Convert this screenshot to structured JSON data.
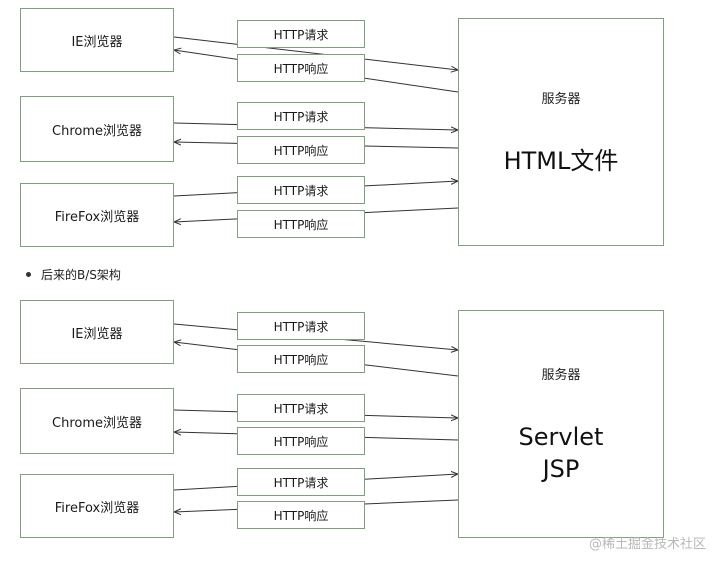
{
  "top_diagram": {
    "browsers": [
      "IE浏览器",
      "Chrome浏览器",
      "FireFox浏览器"
    ],
    "request_label": "HTTP请求",
    "response_label": "HTTP响应",
    "server": {
      "label": "服务器",
      "content": [
        "HTML文件"
      ]
    }
  },
  "bullet": {
    "text": "后来的B/S架构"
  },
  "bottom_diagram": {
    "browsers": [
      "IE浏览器",
      "Chrome浏览器",
      "FireFox浏览器"
    ],
    "request_label": "HTTP请求",
    "response_label": "HTTP响应",
    "server": {
      "label": "服务器",
      "content": [
        "Servlet",
        "JSP"
      ]
    }
  },
  "watermark": {
    "text": "@稀土掘金技术社区"
  },
  "colors": {
    "border": "#7fa07f",
    "arrow": "#333333",
    "watermark": "#b8b8b8"
  }
}
